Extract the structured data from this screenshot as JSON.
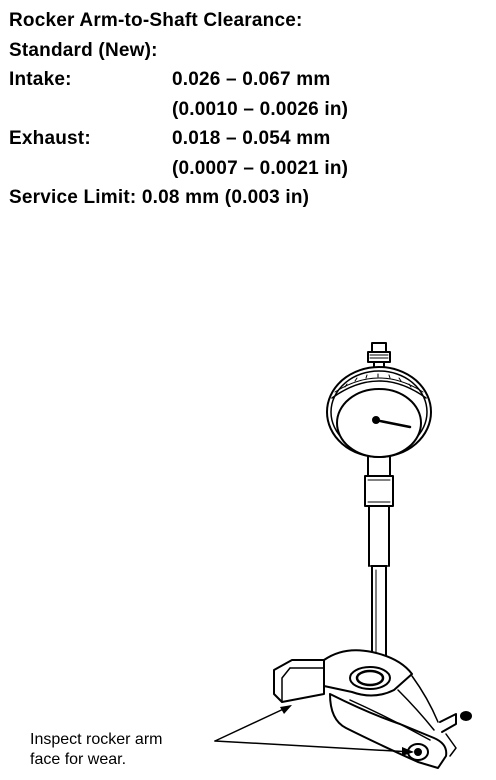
{
  "spec": {
    "title": "Rocker Arm-to-Shaft Clearance:",
    "subtitle": "Standard (New):",
    "rows": [
      {
        "label": "Intake:",
        "value": "0.026 – 0.067 mm"
      },
      {
        "label": "",
        "value": "(0.0010 – 0.0026 in)"
      },
      {
        "label": "Exhaust:",
        "value": "0.018 – 0.054 mm"
      },
      {
        "label": "",
        "value": "(0.0007 – 0.0021 in)"
      }
    ],
    "service_limit": "Service Limit: 0.08 mm (0.003 in)"
  },
  "caption": {
    "line1": "Inspect rocker arm",
    "line2": "face for wear."
  }
}
